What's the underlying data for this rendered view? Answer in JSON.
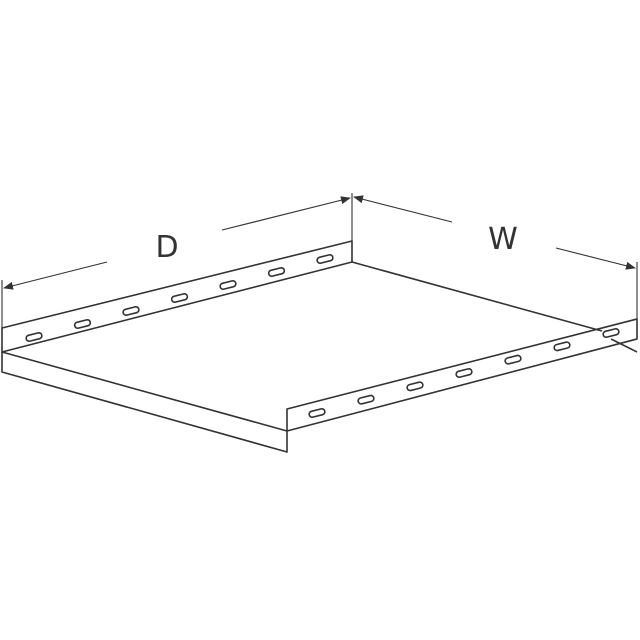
{
  "diagram": {
    "labels": {
      "depth": "D",
      "width": "W"
    },
    "colors": {
      "line": "#333333",
      "background": "#ffffff"
    },
    "slots_per_flange": 7
  }
}
